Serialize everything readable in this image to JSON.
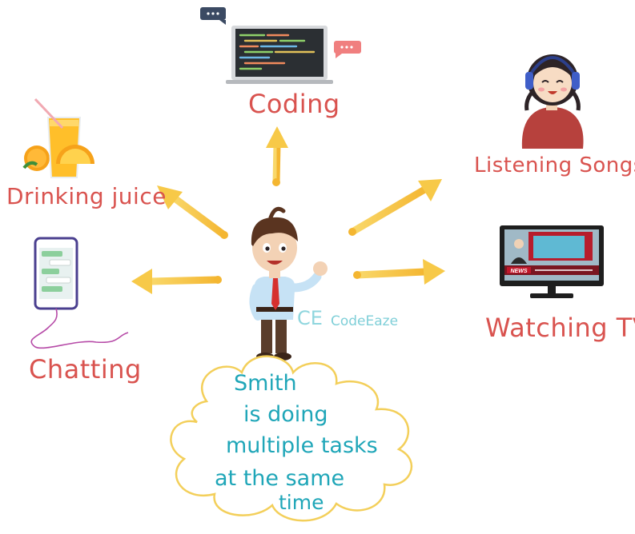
{
  "labels": {
    "coding": "Coding",
    "drinking_juice": "Drinking juice",
    "chatting": "Chatting",
    "listening_songs": "Listening Songs",
    "watching_tv": "Watching TV"
  },
  "cloud": {
    "line1": "Smith",
    "line2": "is doing",
    "line3": "multiple tasks",
    "line4": "at the same",
    "line5": "time"
  },
  "tv_badge": "NEWS",
  "brand": {
    "logo": "CE",
    "name": "CodeEaze"
  },
  "colors": {
    "label": "#d9534f",
    "cloud_text": "#1fa6b8",
    "arrow": "#f7c948",
    "cloud_stroke": "#f3cf5a"
  }
}
